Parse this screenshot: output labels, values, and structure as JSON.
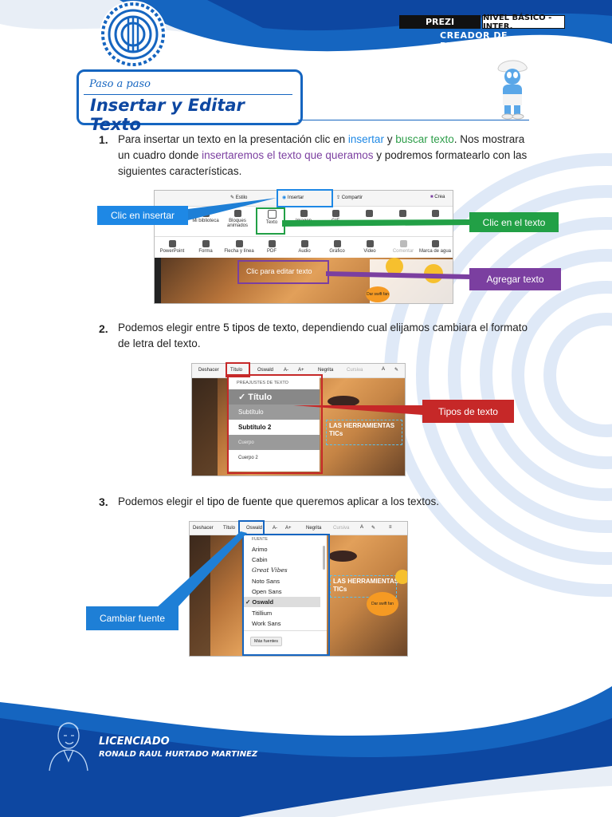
{
  "header": {
    "course": "PREZI",
    "level": "NIVEL BÁSICO - INTER.",
    "subtitle": "CREADOR DE PRESENTACIONES"
  },
  "section": {
    "small": "Paso a paso",
    "title": "Insertar y Editar Texto"
  },
  "steps": [
    {
      "number": "1.",
      "parts": [
        "Para insertar un texto en la presentación clic en ",
        "insertar",
        " y ",
        "buscar texto",
        ". Nos mostrara un cuadro donde ",
        "insertaremos el texto que queramos",
        " y podremos formatearlo con las siguientes características."
      ]
    },
    {
      "number": "2.",
      "parts": [
        "Podemos elegir entre ",
        "5 tipos de texto",
        ", dependiendo cual elijamos cambiara el formato de letra del texto."
      ]
    },
    {
      "number": "3.",
      "parts": [
        "Podemos elegir el ",
        "tipo de fuente",
        " que queremos aplicar a los textos."
      ]
    }
  ],
  "shot1": {
    "tabs": [
      "Estilo",
      "Insertar",
      "Compartir",
      "Crea"
    ],
    "row1": [
      "Mi biblioteca",
      "Bloques animados",
      "Texto",
      "Imagen",
      "GIF",
      "",
      "",
      ""
    ],
    "row2": [
      "PowerPoint",
      "Forma",
      "Flecha y línea",
      "PDF",
      "Audio",
      "Gráfico",
      "Video",
      "Comentar",
      "Marca de agua"
    ],
    "placeholder": "Clic para editar texto",
    "sticker": "Dar swift fan"
  },
  "shot2": {
    "toolbar": [
      "Deshacer",
      "Título",
      "Oswald",
      "A-",
      "A+",
      "Negrita",
      "Cursiva"
    ],
    "menu_header": "PREAJUSTES DE TEXTO",
    "presets": [
      "Título",
      "Subtítulo",
      "Subtítulo 2",
      "Cuerpo",
      "Cuerpo 2"
    ],
    "slide_text": [
      "LAS HERRAMIENTAS",
      "TICs"
    ]
  },
  "shot3": {
    "toolbar": [
      "Deshacer",
      "Título",
      "Oswald",
      "A-",
      "A+",
      "Negrita",
      "Cursiva"
    ],
    "menu_header": "FUENTE",
    "fonts": [
      "Arimo",
      "Cabin",
      "Great Vibes",
      "Noto Sans",
      "Open Sans",
      "Oswald",
      "Titillium",
      "Work Sans"
    ],
    "more": "Más fuentes",
    "slide_text": [
      "LAS HERRAMIENTAS",
      "TICs"
    ],
    "sticker": "Dar swift fan"
  },
  "callouts": {
    "insertar": "Clic en insertar",
    "texto": "Clic en el texto",
    "agregar": "Agregar texto",
    "tipos": "Tipos de texto",
    "fuente": "Cambiar fuente"
  },
  "footer": {
    "line1": "LICENCIADO",
    "line2": "RONALD RAUL HURTADO MARTINEZ"
  },
  "colors": {
    "blue": "#1565c0",
    "green": "#22a046",
    "purple": "#7b3fa0",
    "red": "#c62828",
    "callout_blue": "#1e7fd6"
  }
}
